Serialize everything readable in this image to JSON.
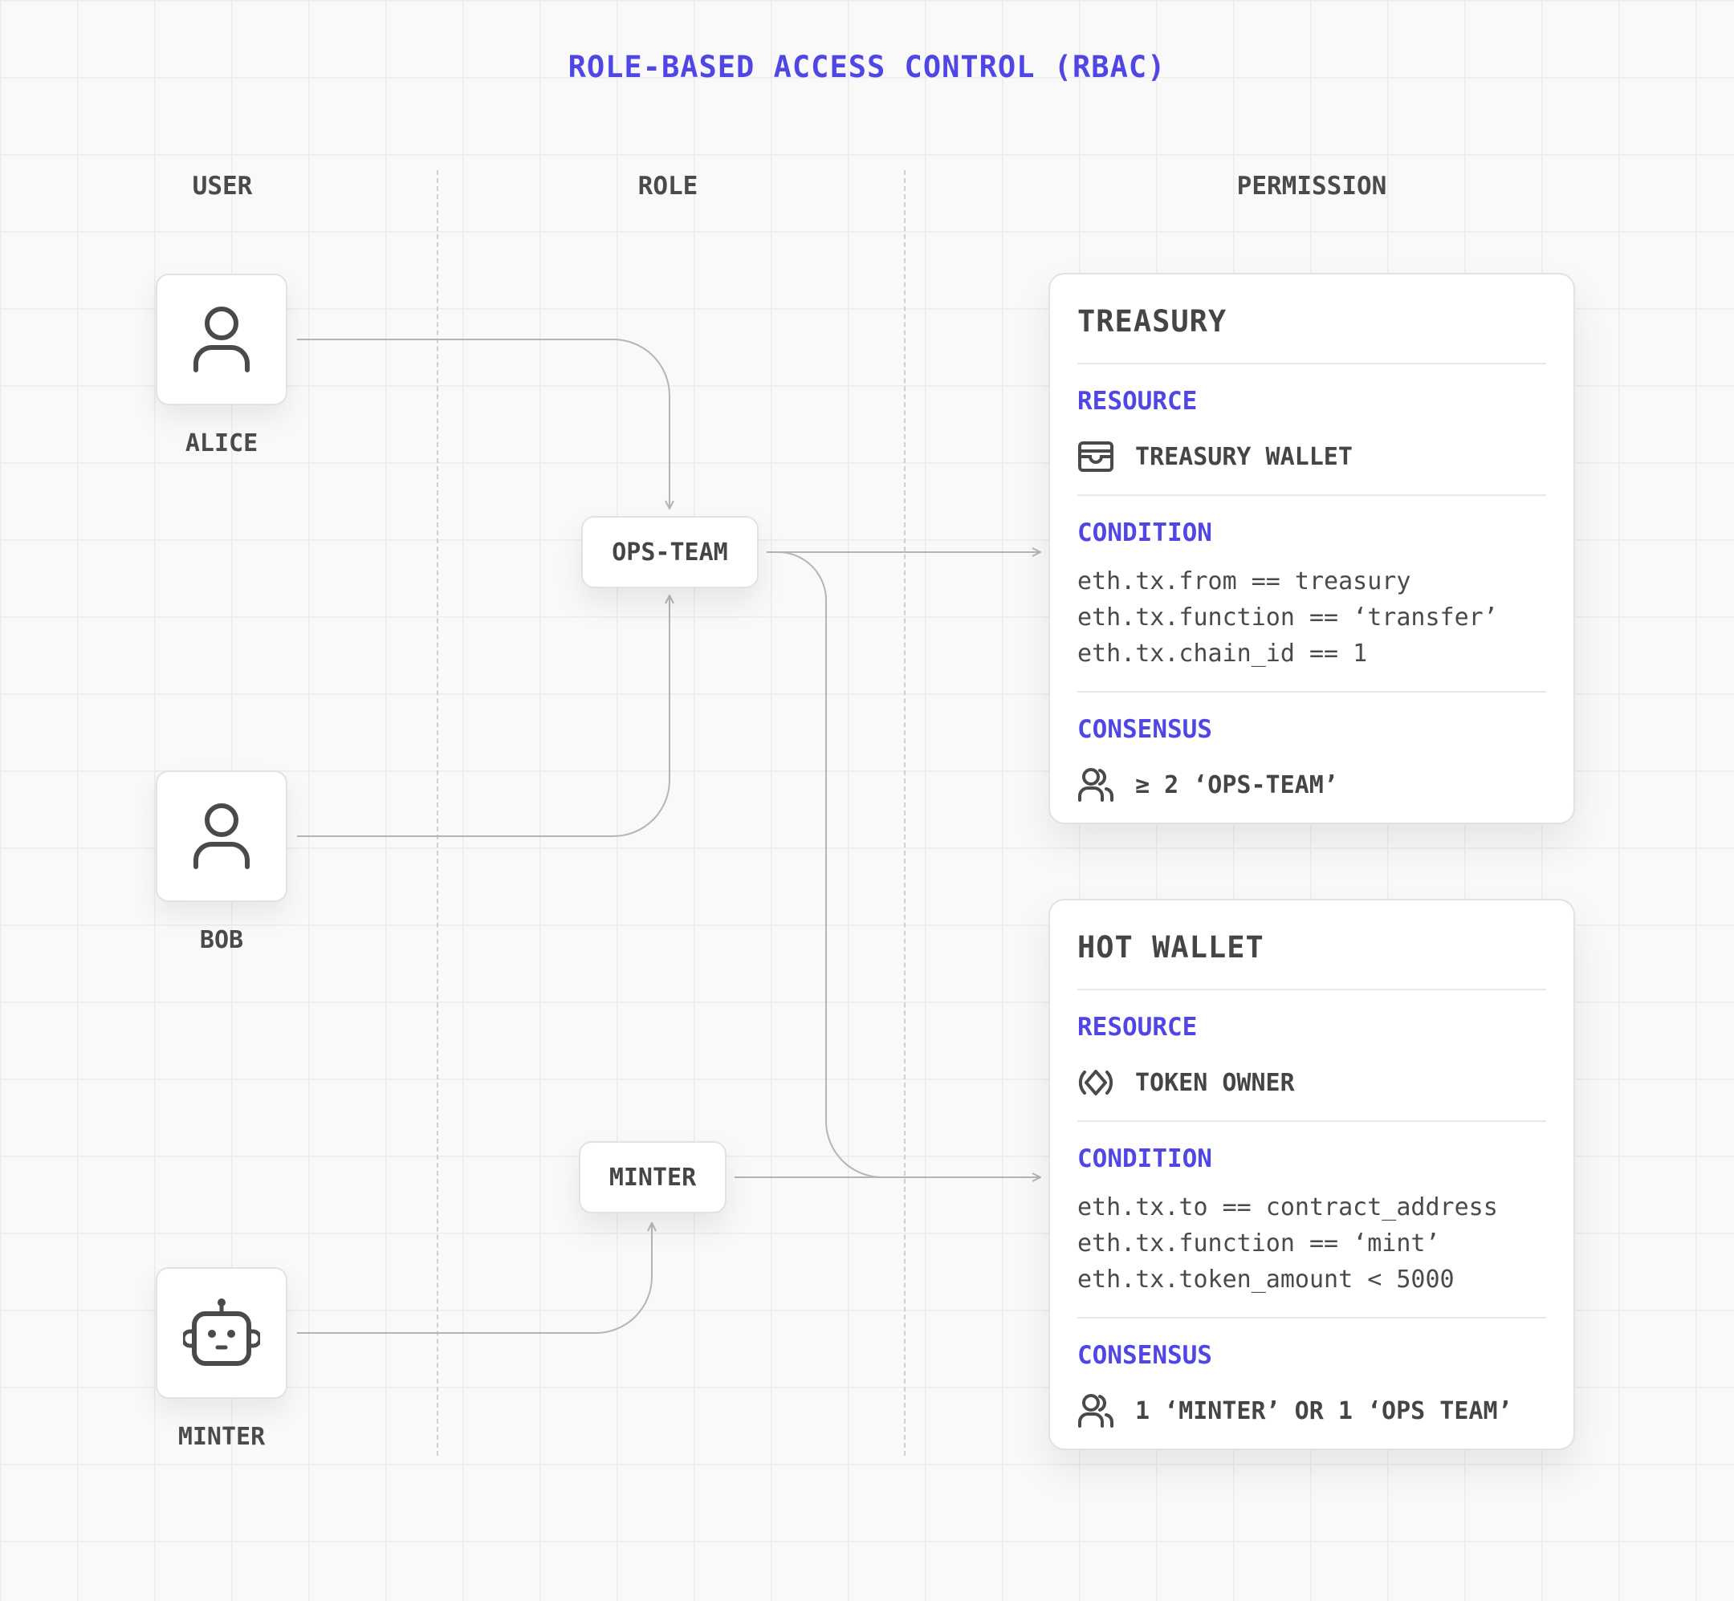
{
  "title": "ROLE-BASED ACCESS CONTROL (RBAC)",
  "columns": {
    "user": "USER",
    "role": "ROLE",
    "permission": "PERMISSION"
  },
  "users": [
    {
      "name": "ALICE",
      "icon": "user-icon"
    },
    {
      "name": "BOB",
      "icon": "user-icon"
    },
    {
      "name": "MINTER",
      "icon": "robot-icon"
    }
  ],
  "roles": [
    {
      "name": "OPS-TEAM"
    },
    {
      "name": "MINTER"
    }
  ],
  "permissions": [
    {
      "name": "TREASURY",
      "resource_label": "RESOURCE",
      "resource": "TREASURY WALLET",
      "resource_icon": "wallet-icon",
      "condition_label": "CONDITION",
      "conditions": [
        "eth.tx.from == treasury",
        "eth.tx.function == ‘transfer’",
        "eth.tx.chain_id == 1"
      ],
      "consensus_label": "CONSENSUS",
      "consensus": "≥ 2 ‘OPS-TEAM’",
      "consensus_icon": "users-icon"
    },
    {
      "name": "HOT WALLET",
      "resource_label": "RESOURCE",
      "resource": "TOKEN OWNER",
      "resource_icon": "token-icon",
      "condition_label": "CONDITION",
      "conditions": [
        "eth.tx.to == contract_address",
        "eth.tx.function == ‘mint’",
        "eth.tx.token_amount < 5000"
      ],
      "consensus_label": "CONSENSUS",
      "consensus": "1 ‘MINTER’ OR 1 ‘OPS TEAM’",
      "consensus_icon": "users-icon"
    }
  ],
  "colors": {
    "accent": "#4f46e5",
    "connector": "#b5b5b5",
    "text": "#454545"
  }
}
